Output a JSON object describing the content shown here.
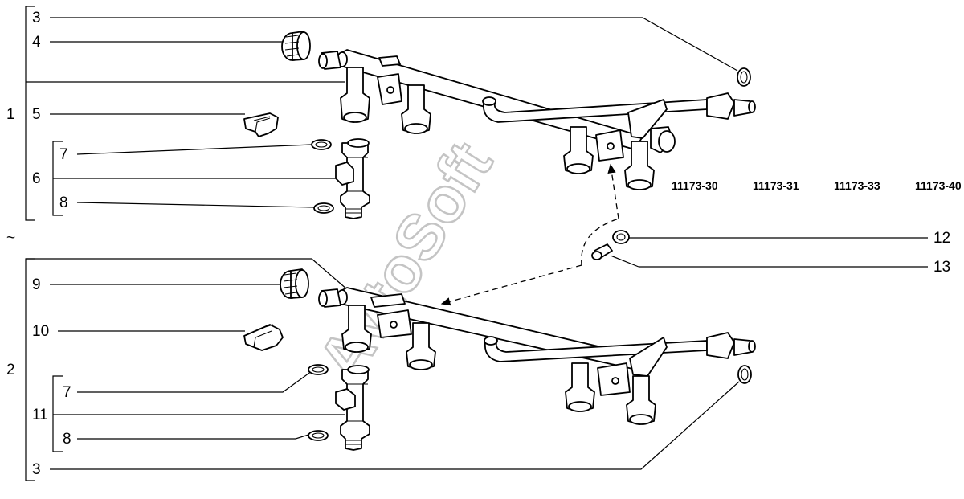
{
  "diagram": {
    "labels": {
      "l3_top": "3",
      "l4": "4",
      "l1": "1",
      "l5": "5",
      "l7_top": "7",
      "l6": "6",
      "l8_top": "8",
      "tilde": "~",
      "l9": "9",
      "l10": "10",
      "l2": "2",
      "l7_bottom": "7",
      "l11": "11",
      "l8_bottom": "8",
      "l3_bottom": "3",
      "l12": "12",
      "l13": "13"
    },
    "model_codes": [
      "11173-30",
      "11173-31",
      "11173-33",
      "11173-40"
    ],
    "watermark": "AvtoSoft"
  }
}
